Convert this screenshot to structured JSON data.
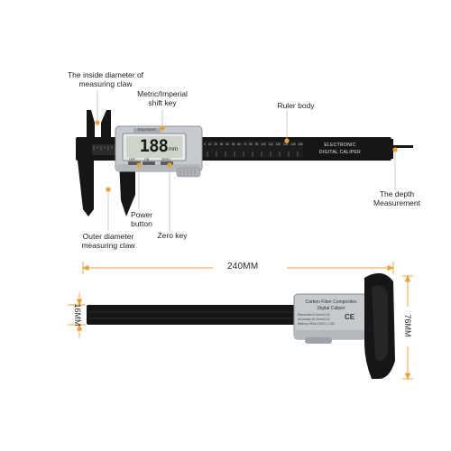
{
  "labels": {
    "inside_diameter": "The inside diameter of\nmeasuring claw",
    "metric_imperial": "Metric/Imperial\nshift key",
    "ruler_body": "Ruler body",
    "depth": "The depth\nMeasurement",
    "power": "Power\nbutton",
    "zero": "Zero key",
    "outer_diameter": "Outer diameter\nmeasuring claw"
  },
  "device_top": {
    "display_value": "188",
    "display_unit": "mm",
    "brand_small": "ENGINEER",
    "btn_off": "OFF",
    "btn_on": "ON",
    "btn_zero": "ZERO",
    "scale_numbers": [
      "0",
      "10",
      "20",
      "30",
      "40",
      "50",
      "60",
      "70",
      "80",
      "90",
      "100",
      "110",
      "120",
      "130",
      "140",
      "150"
    ],
    "body_title_1": "ELECTRONIC",
    "body_title_2": "DIGITAL CALIPER"
  },
  "device_bottom": {
    "line1": "Carbon Fiber Composites",
    "line2": "Digital Caliper",
    "line3": "Resolution:0.1mm/0.01",
    "line4": "Accuracy:±0.2mm/0.01",
    "line5": "Battery:LR44 (LR44 ) 1.5V",
    "ce_mark": "CE"
  },
  "dimensions": {
    "length": "240MM",
    "width": "16MM",
    "height": "76MM"
  },
  "colors": {
    "accent": "#f0a030",
    "caliper_black": "#141414",
    "metal": "#c8cbcf",
    "lcd": "#cdd5c8"
  }
}
